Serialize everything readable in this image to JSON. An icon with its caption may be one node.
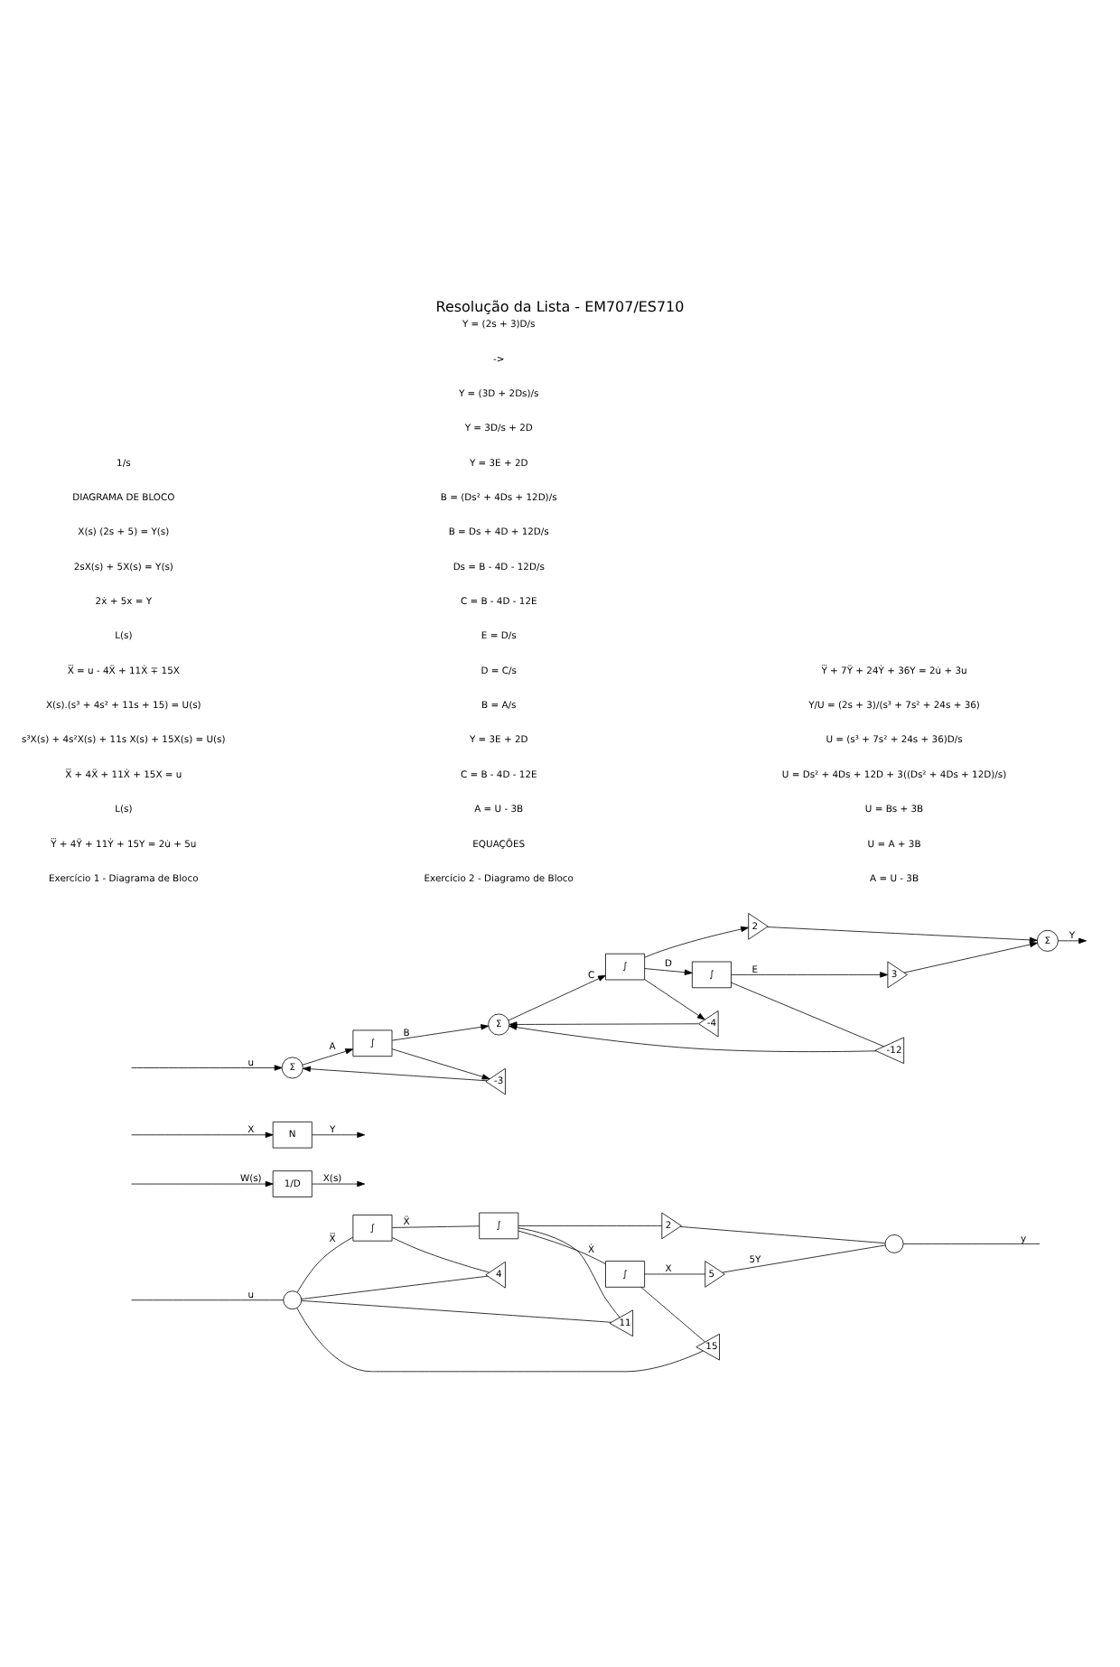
{
  "diagram": {
    "title": "Resolução da Lista - EM707/ES710",
    "nodes": [
      {
        "text": [],
        "shape": "circle"
      },
      {
        "text": [
          "∫"
        ]
      },
      {
        "text": [
          "∫"
        ]
      },
      {
        "text": [
          "∫"
        ]
      },
      {
        "text": [
          "5"
        ]
      },
      {
        "text": [
          "2"
        ]
      },
      {
        "text": [],
        "shape": "circle"
      },
      {
        "text": [
          "4"
        ]
      },
      {
        "text": [
          "11"
        ]
      },
      {
        "text": [
          "15"
        ]
      },
      {
        "text": [
          "1/D"
        ]
      },
      {
        "text": [
          "N"
        ]
      },
      {
        "text": [
          "Σ"
        ]
      },
      {
        "text": [
          "∫"
        ]
      },
      {
        "text": [
          "Σ"
        ]
      },
      {
        "text": [
          "∫"
        ]
      },
      {
        "text": [
          "∫"
        ]
      },
      {
        "text": [
          "2"
        ]
      },
      {
        "text": [
          "3"
        ]
      },
      {
        "text": [
          "Σ"
        ]
      },
      {
        "text": [
          "-3"
        ]
      },
      {
        "text": [
          "-4"
        ]
      },
      {
        "text": [
          "-12"
        ]
      }
    ],
    "edges": [
      {
        "from": null,
        "to": 0,
        "arrow": "none",
        "label": "u"
      },
      {
        "from": 0,
        "to": 1,
        "arrow": "none",
        "label": "X⃛"
      },
      {
        "from": 1,
        "to": 2,
        "arrow": "none",
        "label": "Ẍ"
      },
      {
        "from": 2,
        "to": 3,
        "arrow": "none",
        "label": "Ẋ"
      },
      {
        "from": 3,
        "to": 4,
        "arrow": "none",
        "label": "X"
      },
      {
        "from": 4,
        "to": 6,
        "arrow": "none",
        "label": "5Y"
      },
      {
        "from": 2,
        "to": 5,
        "arrow": "none"
      },
      {
        "from": 5,
        "to": 6,
        "arrow": "none"
      },
      {
        "from": 6,
        "to": null,
        "arrow": "none",
        "label": "y"
      },
      {
        "from": 1,
        "to": 7,
        "arrow": "none"
      },
      {
        "from": 7,
        "to": 0,
        "arrow": "none"
      },
      {
        "from": 2,
        "to": 8,
        "arrow": "none"
      },
      {
        "from": 8,
        "to": 0,
        "arrow": "none"
      },
      {
        "from": 3,
        "to": 9,
        "arrow": "none"
      },
      {
        "from": 9,
        "to": 0,
        "arrow": "none"
      },
      {
        "from": null,
        "to": 10,
        "arrow": "to",
        "label": "W(s)"
      },
      {
        "from": 10,
        "to": null,
        "arrow": "to",
        "label": "X(s)"
      },
      {
        "from": null,
        "to": 11,
        "arrow": "to",
        "label": "X"
      },
      {
        "from": 11,
        "to": null,
        "arrow": "to",
        "label": "Y"
      },
      {
        "from": null,
        "to": 12,
        "arrow": "to",
        "label": "u"
      },
      {
        "from": 12,
        "to": 13,
        "arrow": "to",
        "label": "A"
      },
      {
        "from": 13,
        "to": 14,
        "arrow": "to",
        "label": "B"
      },
      {
        "from": 14,
        "to": 15,
        "arrow": "to",
        "label": "C"
      },
      {
        "from": 15,
        "to": 16,
        "arrow": "to",
        "label": "D"
      },
      {
        "from": 16,
        "to": 18,
        "arrow": "to",
        "label": "E"
      },
      {
        "from": 18,
        "to": 19,
        "arrow": "to"
      },
      {
        "from": 15,
        "to": 17,
        "arrow": "to"
      },
      {
        "from": 17,
        "to": 19,
        "arrow": "to"
      },
      {
        "from": 19,
        "to": null,
        "arrow": "to",
        "label": "Y"
      },
      {
        "from": 13,
        "to": 20,
        "arrow": "to"
      },
      {
        "from": 20,
        "to": 12,
        "arrow": "to"
      },
      {
        "from": 15,
        "to": 21,
        "arrow": "to"
      },
      {
        "from": 21,
        "to": 14,
        "arrow": "to"
      },
      {
        "from": 16,
        "to": 22,
        "arrow": "none"
      },
      {
        "from": 22,
        "to": 14,
        "arrow": "to"
      }
    ],
    "labels": [
      "Exercício 1 - Diagrama de Bloco",
      "Y⃛ + 4Ÿ + 11Ẏ + 15Y = 2u̇ + 5u",
      "L(s)",
      "X⃛ + 4Ẍ + 11Ẋ + 15X = u",
      "s³X(s) + 4s²X(s) + 11s X(s) + 15X(s) = U(s)",
      "X(s).(s³ + 4s² + 11s + 15) = U(s)",
      "X⃛ = u - 4Ẍ + 11Ẋ ∓ 15X",
      "L(s)",
      "2ẋ + 5x = Y",
      "2sX(s) + 5X(s) = Y(s)",
      "X(s) (2s + 5) = Y(s)",
      "DIAGRAMA DE BLOCO",
      "1/s",
      "Exercício 2 - Diagramo de Bloco",
      "EQUAÇÕES",
      "A = U - 3B",
      "C = B - 4D - 12E",
      "Y = 3E + 2D",
      "B = A/s",
      "D = C/s",
      "E = D/s",
      "C = B - 4D - 12E",
      "Ds = B - 4D - 12D/s",
      "B = Ds + 4D + 12D/s",
      "B = (Ds² + 4Ds + 12D)/s",
      "Y = 3E + 2D",
      "Y = 3D/s + 2D",
      "Y = (3D + 2Ds)/s",
      "->",
      "Y = (2s + 3)D/s",
      "A = U - 3B",
      "U = A + 3B",
      "U = Bs + 3B",
      "U = Ds² + 4Ds + 12D + 3((Ds² + 4Ds + 12D)/s)",
      "U = (s³ + 7s² + 24s + 36)D/s",
      "Y/U = (2s + 3)/(s³ + 7s² + 24s + 36)",
      "Y⃛ + 7Ÿ + 24Ẏ + 36Y = 2u̇ + 3u"
    ]
  }
}
